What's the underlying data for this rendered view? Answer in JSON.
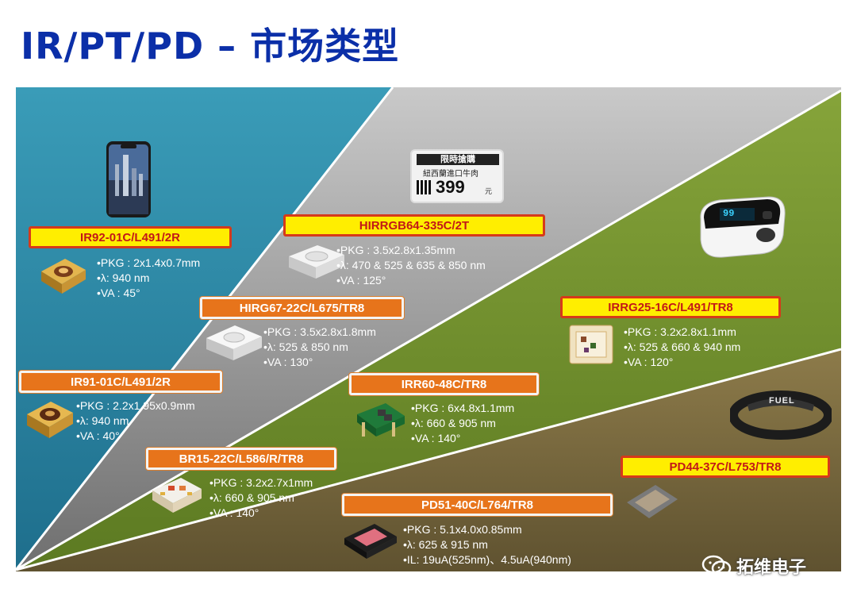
{
  "title": "IR/PT/PD – 市场类型",
  "colors": {
    "title": "#0b2fa8",
    "blue": "#2d8aa8",
    "gray": "#8a8a8a",
    "green": "#6e8c2e",
    "olive": "#7a6a3a"
  },
  "products": [
    {
      "id": "ir92",
      "label": "IR92-01C/L491/2R",
      "style": "yellow",
      "pkg": "PKG : 2x1.4x0.7mm",
      "wl": "λ: 940 nm",
      "va": "VA : 45°"
    },
    {
      "id": "hirrgb",
      "label": "HIRRGB64-335C/2T",
      "style": "yellow",
      "pkg": "PKG : 3.5x2.8x1.35mm",
      "wl": "λ: 470 & 525 & 635 & 850 nm",
      "va": "VA : 125°"
    },
    {
      "id": "hirg67",
      "label": "HIRG67-22C/L675/TR8",
      "style": "orange",
      "pkg": "PKG : 3.5x2.8x1.8mm",
      "wl": "λ: 525 & 850 nm",
      "va": "VA : 130°"
    },
    {
      "id": "irrg25",
      "label": "IRRG25-16C/L491/TR8",
      "style": "yellow",
      "pkg": "PKG : 3.2x2.8x1.1mm",
      "wl": "λ: 525 & 660 & 940 nm",
      "va": "VA : 120°"
    },
    {
      "id": "ir91",
      "label": "IR91-01C/L491/2R",
      "style": "orange",
      "pkg": "PKG : 2.2x1.95x0.9mm",
      "wl": "λ: 940 nm",
      "va": "VA : 40°"
    },
    {
      "id": "irr60",
      "label": "IRR60-48C/TR8",
      "style": "orange",
      "pkg": "PKG : 6x4.8x1.1mm",
      "wl": "λ: 660 & 905 nm",
      "va": "VA : 140°"
    },
    {
      "id": "br15",
      "label": "BR15-22C/L586/R/TR8",
      "style": "orange",
      "pkg": "PKG : 3.2x2.7x1mm",
      "wl": "λ: 660 & 905 nm",
      "va": "VA : 140°"
    },
    {
      "id": "pd44",
      "label": "PD44-37C/L753/TR8",
      "style": "yellow"
    },
    {
      "id": "pd51",
      "label": "PD51-40C/L764/TR8",
      "style": "orange",
      "pkg": "PKG : 5.1x4.0x0.85mm",
      "wl": "λ: 625 & 915 nm",
      "il": "IL: 19uA(525nm)、4.5uA(940nm)"
    }
  ],
  "esl_tag": {
    "banner": "限時搶購",
    "item": "紐西蘭進口牛肉",
    "price": "399",
    "unit": "元"
  },
  "oximeter": {
    "reading": "99"
  },
  "band": {
    "brand": "FUEL"
  },
  "watermark": {
    "text": "拓维电子"
  }
}
